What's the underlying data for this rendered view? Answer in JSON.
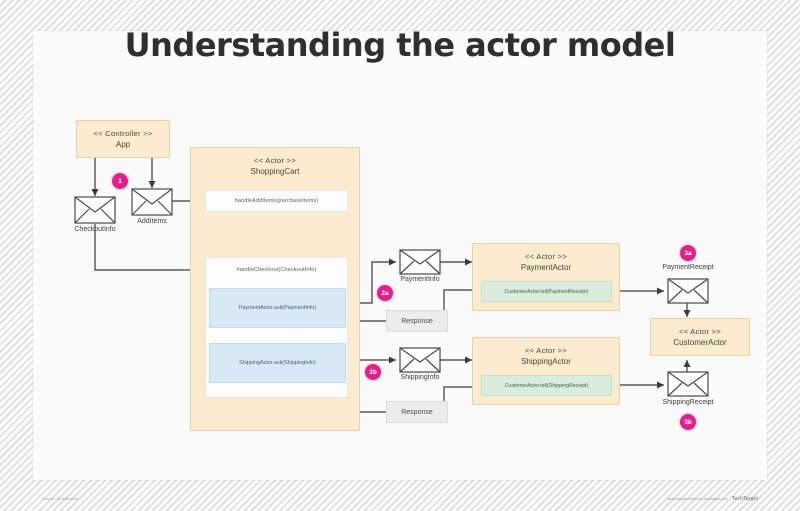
{
  "title": "Understanding the actor model",
  "nodes": {
    "controller": {
      "stereotype": "<< Controller >>",
      "name": "App"
    },
    "shopping_cart": {
      "stereotype": "<< Actor >>",
      "name": "ShoppingCart"
    },
    "payment_actor": {
      "stereotype": "<< Actor >>",
      "name": "PaymentActor"
    },
    "shipping_actor": {
      "stereotype": "<< Actor >>",
      "name": "ShippingActor"
    },
    "customer_actor": {
      "stereotype": "<< Actor >>",
      "name": "CustomerActor"
    }
  },
  "methods": {
    "handle_add_items": "handleAddItems(purchaseItems)",
    "handle_checkout": "handleCheckout(CheckoutInfo)",
    "payment_ask": "PaymentActor.ask(PaymentInfo)",
    "shipping_ask": "ShippingActor.ask(ShippingInfo)",
    "payment_tell": "CustomerActor.tell(PaymentReceipt)",
    "shipping_tell": "CustomerActor.tell(ShippingReceipt)"
  },
  "messages": {
    "add_items": "AddItems",
    "checkout_info": "CheckoutInfo",
    "payment_info": "PaymentInfo",
    "shipping_info": "ShippingInfo",
    "payment_receipt": "PaymentReceipt",
    "shipping_receipt": "ShippingReceipt",
    "response_payment": "Response",
    "response_shipping": "Response"
  },
  "badges": {
    "step1": "1",
    "step2a": "2a",
    "step2b": "2b",
    "step3a": "3a",
    "step3b": "3b"
  },
  "colors": {
    "actor_fill": "#fbeccf",
    "actor_border": "#e3d3ae",
    "ask_fill": "#d6e9f5",
    "tell_fill": "#d9ecdd",
    "response_fill": "#ededed",
    "badge": "#e0218a",
    "title": "#2f2f2f"
  },
  "footer": {
    "left_credit": "Source: Architecture",
    "right_credit": "searchapparchitecture.techtarget.com",
    "brand": "TechTarget"
  }
}
